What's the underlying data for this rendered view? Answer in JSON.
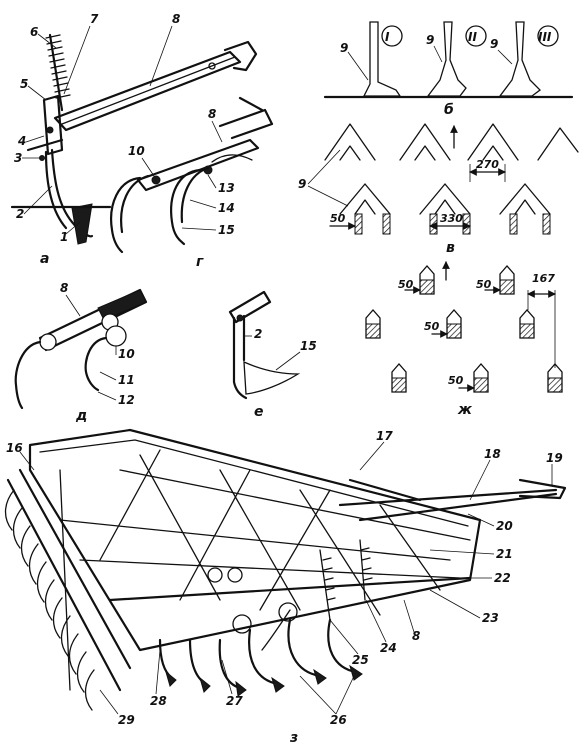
{
  "panels": {
    "a": {
      "caption": "а",
      "labels": [
        "6",
        "7",
        "8",
        "5",
        "4",
        "3",
        "2",
        "1"
      ]
    },
    "b": {
      "caption": "б",
      "labels": [
        "9",
        "9",
        "9"
      ],
      "roman": [
        "I",
        "II",
        "III"
      ]
    },
    "g": {
      "caption": "г",
      "labels": [
        "8",
        "10",
        "13",
        "14",
        "15"
      ]
    },
    "v": {
      "caption": "в",
      "labels": [
        "9"
      ],
      "dims": [
        "270",
        "50",
        "330"
      ]
    },
    "d": {
      "caption": "д",
      "labels": [
        "8",
        "10",
        "11",
        "12"
      ]
    },
    "e": {
      "caption": "е",
      "labels": [
        "2",
        "15"
      ]
    },
    "zh": {
      "caption": "ж",
      "dims": [
        "50",
        "50",
        "167",
        "50",
        "50"
      ]
    },
    "z": {
      "caption": "з",
      "labels": [
        "16",
        "17",
        "18",
        "19",
        "20",
        "21",
        "22",
        "23",
        "8",
        "24",
        "25",
        "26",
        "27",
        "28",
        "29"
      ]
    }
  },
  "colors": {
    "ink": "#111111",
    "paper": "#ffffff"
  }
}
